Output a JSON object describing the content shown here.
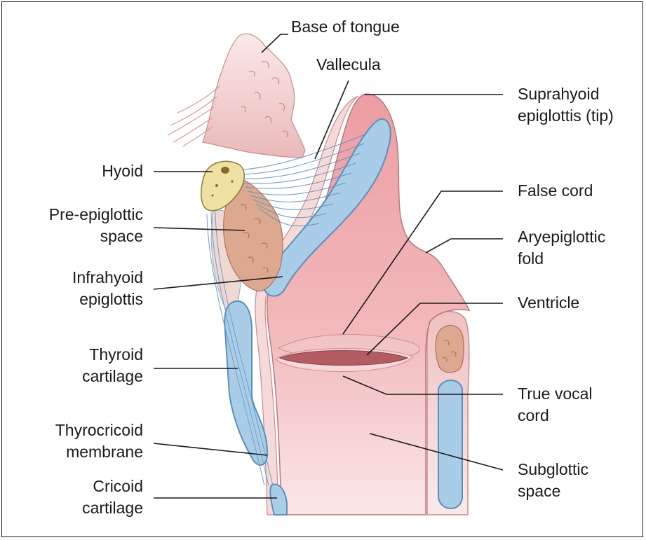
{
  "labels": {
    "base_of_tongue": [
      "Base of tongue"
    ],
    "vallecula": [
      "Vallecula"
    ],
    "suprahyoid_epiglottis": [
      "Suprahyoid",
      "epiglottis (tip)"
    ],
    "hyoid": [
      "Hyoid"
    ],
    "false_cord": [
      "False cord"
    ],
    "pre_epiglottic_space": [
      "Pre-epiglottic",
      "space"
    ],
    "aryepiglottic_fold": [
      "Aryepiglottic",
      "fold"
    ],
    "infrahyoid_epiglottis": [
      "Infrahyoid",
      "epiglottis"
    ],
    "ventricle": [
      "Ventricle"
    ],
    "thyroid_cartilage": [
      "Thyroid",
      "cartilage"
    ],
    "true_vocal_cord": [
      "True vocal",
      "cord"
    ],
    "thyrocricoid_membrane": [
      "Thyrocricoid",
      "membrane"
    ],
    "subglottic_space": [
      "Subglottic",
      "space"
    ],
    "cricoid_cartilage": [
      "Cricoid",
      "cartilage"
    ]
  },
  "colors": {
    "mucosa": "#e9a6aa",
    "mucosa_light": "#f6dada",
    "cartilage_blue": "#a9cde8",
    "cartilage_outline": "#5b8fb8",
    "hyoid_bone": "#efe0a4",
    "fat_space": "#dca88f",
    "tongue": "#f0c8c8",
    "ventricle_dark": "#b35c64",
    "leader_line": "#1a1a1a"
  }
}
